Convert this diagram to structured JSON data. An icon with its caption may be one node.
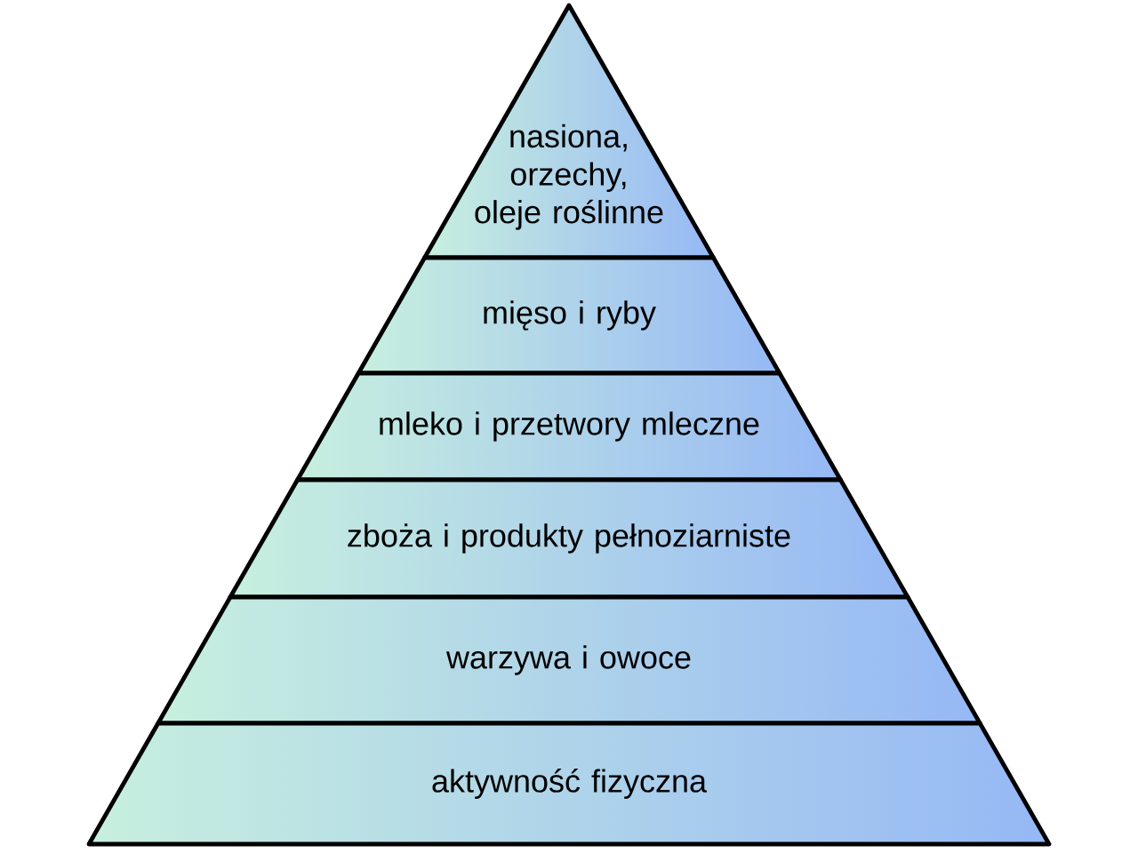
{
  "diagram": {
    "nodes": [
      {
        "text": [
          "nasiona, orzechy, oleje roślinne"
        ]
      },
      {
        "text": [
          "mięso i ryby"
        ]
      },
      {
        "text": [
          "mleko i przetwory mleczne"
        ]
      },
      {
        "text": [
          "zboża i produkty pełnoziarniste"
        ]
      },
      {
        "text": [
          "warzywa i owoce"
        ]
      },
      {
        "text": [
          "aktywność fizyczna"
        ]
      }
    ]
  }
}
